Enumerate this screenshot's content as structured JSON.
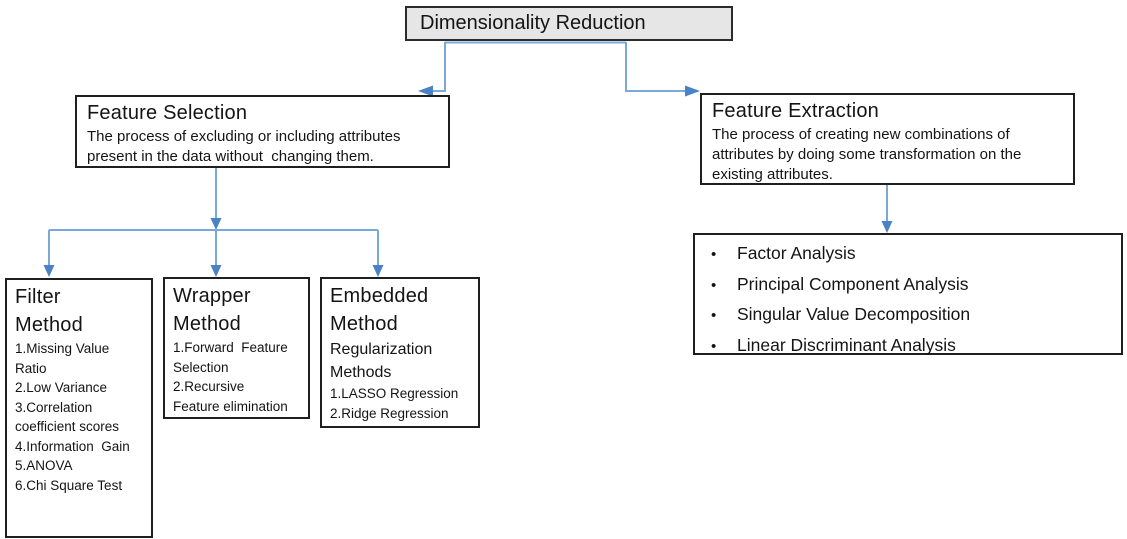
{
  "diagram": {
    "title": "Dimensionality Reduction",
    "colors": {
      "canvas_bg": "#ffffff",
      "connector_line": "#79a8d9",
      "connector_arrow": "#4a82c4",
      "title_fill": "#e6e6e6",
      "box_border": "#1f1f1f",
      "text": "#141414"
    },
    "feature_selection": {
      "heading": "Feature Selection",
      "description": "The process of excluding or including attributes present in the data without  changing them."
    },
    "feature_extraction": {
      "heading": "Feature Extraction",
      "description": "The process of creating new combinations of attributes by doing some transformation on the existing attributes."
    },
    "filter_method": {
      "heading": "Filter Method",
      "items": [
        "1.Missing Value Ratio",
        "2.Low Variance",
        "3.Correlation coefficient scores",
        "4.Information  Gain",
        "5.ANOVA",
        "6.Chi Square Test"
      ]
    },
    "wrapper_method": {
      "heading": "Wrapper Method",
      "items": [
        "1.Forward  Feature Selection",
        "2.Recursive Feature elimination"
      ]
    },
    "embedded_method": {
      "heading": "Embedded Method",
      "subtitle": "Regularization Methods",
      "items": [
        "1.LASSO Regression",
        "2.Ridge Regression"
      ]
    },
    "extraction_methods": {
      "bullet": "•",
      "items": [
        "Factor Analysis",
        "Principal Component Analysis",
        "Singular Value Decomposition",
        "Linear Discriminant Analysis"
      ]
    }
  }
}
